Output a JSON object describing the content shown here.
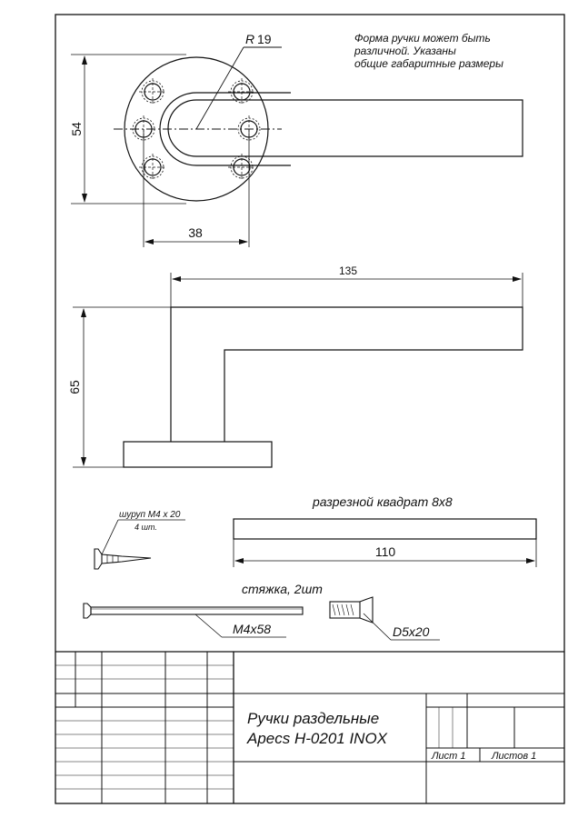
{
  "colors": {
    "ink": "#111111",
    "paper": "#ffffff"
  },
  "note": {
    "line1": "Форма ручки может быть",
    "line2": "различной. Указаны",
    "line3": "общие габаритные размеры"
  },
  "top_view": {
    "radius_label": "R",
    "radius_value": "19",
    "height_dim": "54",
    "width_dim": "38"
  },
  "side_view": {
    "length_dim": "135",
    "height_dim": "65"
  },
  "screw": {
    "label": "шуруп М4 х 20",
    "qty": "4 шт."
  },
  "square": {
    "label": "разрезной квадрат 8х8",
    "length_dim": "110"
  },
  "tie": {
    "label": "стяжка, 2шт",
    "bolt_size": "М4х58",
    "nut_size": "D5x20"
  },
  "title_block": {
    "title_line1": "Ручки раздельные",
    "title_line2": "Apecs H-0201 INOX",
    "sheet_label": "Лист 1",
    "sheets_label": "Листов 1"
  }
}
